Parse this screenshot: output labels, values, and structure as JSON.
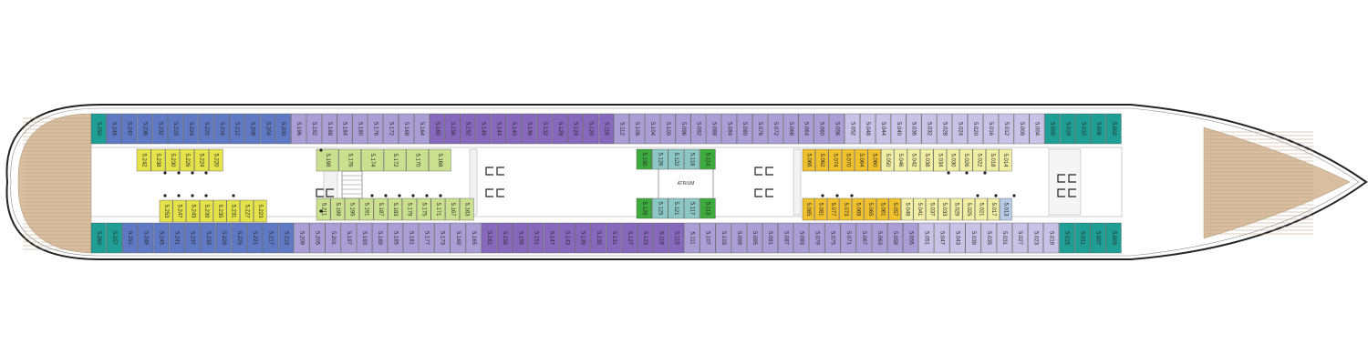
{
  "deck": {
    "atrium_label": "ATRIUM",
    "colors": {
      "teal": "#1e9e95",
      "blue": "#5f79c4",
      "lavender": "#aa9ed6",
      "purple": "#8668bc",
      "lilac": "#c7c2e6",
      "yellow": "#e4e34a",
      "lime": "#cbe08f",
      "green": "#3daa3d",
      "light_teal": "#8cc7c3",
      "gold": "#f0c12c",
      "pale_yellow": "#f1efa4",
      "light_blue": "#b6cbe8",
      "hull": "#ffffff",
      "teak": "#d9bf9f"
    },
    "legend_note": "",
    "top_outer": [
      {
        "n": "5.250",
        "c": "teal"
      },
      {
        "n": "5.246",
        "c": "blue"
      },
      {
        "n": "5.240",
        "c": "blue"
      },
      {
        "n": "5.236",
        "c": "blue"
      },
      {
        "n": "5.232",
        "c": "blue"
      },
      {
        "n": "5.228",
        "c": "blue"
      },
      {
        "n": "5.224",
        "c": "blue"
      },
      {
        "n": "5.220",
        "c": "blue"
      },
      {
        "n": "5.216",
        "c": "blue"
      },
      {
        "n": "5.212",
        "c": "blue"
      },
      {
        "n": "5.208",
        "c": "blue"
      },
      {
        "n": "5.204",
        "c": "blue"
      },
      {
        "n": "5.200",
        "c": "blue"
      },
      {
        "n": "5.196",
        "c": "lavender"
      },
      {
        "n": "5.192",
        "c": "lavender"
      },
      {
        "n": "5.188",
        "c": "lavender"
      },
      {
        "n": "5.184",
        "c": "lavender"
      },
      {
        "n": "5.180",
        "c": "lavender"
      },
      {
        "n": "5.176",
        "c": "lavender"
      },
      {
        "n": "5.172",
        "c": "lavender"
      },
      {
        "n": "5.168",
        "c": "lavender"
      },
      {
        "n": "5.164",
        "c": "lavender"
      },
      {
        "n": "5.160",
        "c": "purple"
      },
      {
        "n": "5.156",
        "c": "purple"
      },
      {
        "n": "5.152",
        "c": "purple"
      },
      {
        "n": "5.148",
        "c": "purple"
      },
      {
        "n": "5.144",
        "c": "purple"
      },
      {
        "n": "5.140",
        "c": "purple"
      },
      {
        "n": "5.136",
        "c": "purple"
      },
      {
        "n": "5.132",
        "c": "purple"
      },
      {
        "n": "5.128",
        "c": "purple"
      },
      {
        "n": "5.124",
        "c": "purple"
      },
      {
        "n": "5.120",
        "c": "purple"
      },
      {
        "n": "5.116",
        "c": "purple"
      },
      {
        "n": "5.112",
        "c": "lavender"
      },
      {
        "n": "5.108",
        "c": "lavender"
      },
      {
        "n": "5.104",
        "c": "lavender"
      },
      {
        "n": "5.100",
        "c": "lavender"
      },
      {
        "n": "5.096",
        "c": "lavender"
      },
      {
        "n": "5.092",
        "c": "lavender"
      },
      {
        "n": "5.088",
        "c": "lavender"
      },
      {
        "n": "5.084",
        "c": "lavender"
      },
      {
        "n": "5.080",
        "c": "lavender"
      },
      {
        "n": "5.076",
        "c": "lavender"
      },
      {
        "n": "5.072",
        "c": "lavender"
      },
      {
        "n": "5.068",
        "c": "lavender"
      },
      {
        "n": "5.064",
        "c": "lavender"
      },
      {
        "n": "5.060",
        "c": "lavender"
      },
      {
        "n": "5.056",
        "c": "lavender"
      },
      {
        "n": "5.052",
        "c": "lilac"
      },
      {
        "n": "5.048",
        "c": "lilac"
      },
      {
        "n": "5.044",
        "c": "lilac"
      },
      {
        "n": "5.040",
        "c": "lilac"
      },
      {
        "n": "5.036",
        "c": "lilac"
      },
      {
        "n": "5.032",
        "c": "lilac"
      },
      {
        "n": "5.028",
        "c": "lilac"
      },
      {
        "n": "5.024",
        "c": "lilac"
      },
      {
        "n": "5.020",
        "c": "lilac"
      },
      {
        "n": "5.016",
        "c": "lilac"
      },
      {
        "n": "5.012",
        "c": "lilac"
      },
      {
        "n": "5.008",
        "c": "lilac"
      },
      {
        "n": "5.004",
        "c": "lilac"
      },
      {
        "n": "5.000",
        "c": "teal"
      },
      {
        "n": "5.018",
        "c": "teal"
      },
      {
        "n": "5.010",
        "c": "teal"
      },
      {
        "n": "5.006",
        "c": "teal"
      },
      {
        "n": "5.002",
        "c": "teal"
      }
    ],
    "bottom_outer": [
      {
        "n": "5.260",
        "c": "teal"
      },
      {
        "n": "5.257",
        "c": "teal"
      },
      {
        "n": "5.251",
        "c": "blue"
      },
      {
        "n": "5.249",
        "c": "blue"
      },
      {
        "n": "5.245",
        "c": "blue"
      },
      {
        "n": "5.241",
        "c": "blue"
      },
      {
        "n": "5.237",
        "c": "blue"
      },
      {
        "n": "5.233",
        "c": "blue"
      },
      {
        "n": "5.229",
        "c": "blue"
      },
      {
        "n": "5.225",
        "c": "blue"
      },
      {
        "n": "5.221",
        "c": "blue"
      },
      {
        "n": "5.217",
        "c": "blue"
      },
      {
        "n": "5.213",
        "c": "blue"
      },
      {
        "n": "5.209",
        "c": "lavender"
      },
      {
        "n": "5.205",
        "c": "lavender"
      },
      {
        "n": "5.201",
        "c": "lavender"
      },
      {
        "n": "5.197",
        "c": "lavender"
      },
      {
        "n": "5.193",
        "c": "lavender"
      },
      {
        "n": "5.189",
        "c": "lavender"
      },
      {
        "n": "5.185",
        "c": "lavender"
      },
      {
        "n": "5.181",
        "c": "lavender"
      },
      {
        "n": "5.177",
        "c": "lavender"
      },
      {
        "n": "5.173",
        "c": "lavender"
      },
      {
        "n": "5.169",
        "c": "lavender"
      },
      {
        "n": "5.165",
        "c": "lavender"
      },
      {
        "n": "5.161",
        "c": "purple"
      },
      {
        "n": "5.159",
        "c": "purple"
      },
      {
        "n": "5.155",
        "c": "purple"
      },
      {
        "n": "5.151",
        "c": "purple"
      },
      {
        "n": "5.147",
        "c": "purple"
      },
      {
        "n": "5.143",
        "c": "purple"
      },
      {
        "n": "5.139",
        "c": "purple"
      },
      {
        "n": "5.135",
        "c": "purple"
      },
      {
        "n": "5.131",
        "c": "purple"
      },
      {
        "n": "5.127",
        "c": "purple"
      },
      {
        "n": "5.123",
        "c": "purple"
      },
      {
        "n": "5.119",
        "c": "purple"
      },
      {
        "n": "5.115",
        "c": "purple"
      },
      {
        "n": "5.111",
        "c": "lavender"
      },
      {
        "n": "5.107",
        "c": "lavender"
      },
      {
        "n": "5.103",
        "c": "lavender"
      },
      {
        "n": "5.099",
        "c": "lavender"
      },
      {
        "n": "5.095",
        "c": "lavender"
      },
      {
        "n": "5.091",
        "c": "lavender"
      },
      {
        "n": "5.087",
        "c": "lavender"
      },
      {
        "n": "5.083",
        "c": "lavender"
      },
      {
        "n": "5.079",
        "c": "lavender"
      },
      {
        "n": "5.075",
        "c": "lavender"
      },
      {
        "n": "5.071",
        "c": "lavender"
      },
      {
        "n": "5.067",
        "c": "lavender"
      },
      {
        "n": "5.063",
        "c": "lavender"
      },
      {
        "n": "5.059",
        "c": "lavender"
      },
      {
        "n": "5.055",
        "c": "lavender"
      },
      {
        "n": "5.051",
        "c": "lilac"
      },
      {
        "n": "5.047",
        "c": "lilac"
      },
      {
        "n": "5.043",
        "c": "lilac"
      },
      {
        "n": "5.039",
        "c": "lilac"
      },
      {
        "n": "5.035",
        "c": "lilac"
      },
      {
        "n": "5.031",
        "c": "lilac"
      },
      {
        "n": "5.027",
        "c": "lilac"
      },
      {
        "n": "5.023",
        "c": "lilac"
      },
      {
        "n": "5.019",
        "c": "lilac"
      },
      {
        "n": "5.015",
        "c": "teal"
      },
      {
        "n": "5.011",
        "c": "teal"
      },
      {
        "n": "5.007",
        "c": "teal"
      },
      {
        "n": "5.003",
        "c": "teal"
      }
    ],
    "inner_top_aft": [
      {
        "n": "5.242",
        "c": "yellow"
      },
      {
        "n": "5.238",
        "c": "yellow"
      },
      {
        "n": "5.230",
        "c": "yellow"
      },
      {
        "n": "5.226",
        "c": "yellow"
      },
      {
        "n": "5.224",
        "c": "yellow"
      },
      {
        "n": "5.220",
        "c": "yellow"
      }
    ],
    "inner_bottom_aft": [
      {
        "n": "5.253",
        "c": "yellow"
      },
      {
        "n": "5.247",
        "c": "yellow"
      },
      {
        "n": "5.243",
        "c": "yellow"
      },
      {
        "n": "5.239",
        "c": "yellow"
      },
      {
        "n": "5.235",
        "c": "yellow"
      },
      {
        "n": "5.231",
        "c": "yellow"
      },
      {
        "n": "5.227",
        "c": "yellow"
      },
      {
        "n": "5.223",
        "c": "yellow"
      }
    ],
    "inner_top_mid": [
      {
        "n": "5.198",
        "c": "lime"
      },
      {
        "n": "5.176",
        "c": "lime"
      },
      {
        "n": "5.174",
        "c": "lime"
      },
      {
        "n": "5.172",
        "c": "lime"
      },
      {
        "n": "5.170",
        "c": "lime"
      },
      {
        "n": "5.168",
        "c": "lime"
      }
    ],
    "inner_bottom_mid": [
      {
        "n": "5.211",
        "c": "lime"
      },
      {
        "n": "5.199",
        "c": "lime"
      },
      {
        "n": "5.195",
        "c": "lime"
      },
      {
        "n": "5.191",
        "c": "lime"
      },
      {
        "n": "5.187",
        "c": "lime"
      },
      {
        "n": "5.183",
        "c": "lime"
      },
      {
        "n": "5.179",
        "c": "lime"
      },
      {
        "n": "5.175",
        "c": "lime"
      },
      {
        "n": "5.171",
        "c": "lime"
      },
      {
        "n": "5.167",
        "c": "lime"
      },
      {
        "n": "5.163",
        "c": "lime"
      }
    ],
    "inner_top_atrium": [
      {
        "n": "5.130",
        "c": "green"
      },
      {
        "n": "5.126",
        "c": "light_teal"
      },
      {
        "n": "5.122",
        "c": "light_teal"
      },
      {
        "n": "5.118",
        "c": "light_teal"
      },
      {
        "n": "5.114",
        "c": "green"
      }
    ],
    "inner_bottom_atrium": [
      {
        "n": "5.129",
        "c": "green"
      },
      {
        "n": "5.125",
        "c": "light_teal"
      },
      {
        "n": "5.121",
        "c": "light_teal"
      },
      {
        "n": "5.117",
        "c": "light_teal"
      },
      {
        "n": "5.113",
        "c": "green"
      }
    ],
    "inner_top_fwd": [
      {
        "n": "5.066",
        "c": "gold"
      },
      {
        "n": "5.062",
        "c": "gold"
      },
      {
        "n": "5.074",
        "c": "gold"
      },
      {
        "n": "5.070",
        "c": "gold"
      },
      {
        "n": "5.064",
        "c": "gold"
      },
      {
        "n": "5.060",
        "c": "gold"
      },
      {
        "n": "5.050",
        "c": "pale_yellow"
      },
      {
        "n": "5.046",
        "c": "pale_yellow"
      },
      {
        "n": "5.042",
        "c": "pale_yellow"
      },
      {
        "n": "5.038",
        "c": "pale_yellow"
      },
      {
        "n": "5.034",
        "c": "pale_yellow"
      },
      {
        "n": "5.030",
        "c": "pale_yellow"
      },
      {
        "n": "5.026",
        "c": "pale_yellow"
      },
      {
        "n": "5.022",
        "c": "pale_yellow"
      },
      {
        "n": "5.018",
        "c": "pale_yellow"
      },
      {
        "n": "5.014",
        "c": "pale_yellow"
      }
    ],
    "inner_bottom_fwd": [
      {
        "n": "5.085",
        "c": "gold"
      },
      {
        "n": "5.081",
        "c": "gold"
      },
      {
        "n": "5.077",
        "c": "gold"
      },
      {
        "n": "5.073",
        "c": "gold"
      },
      {
        "n": "5.069",
        "c": "gold"
      },
      {
        "n": "5.065",
        "c": "gold"
      },
      {
        "n": "5.061",
        "c": "gold"
      },
      {
        "n": "5.057",
        "c": "gold"
      },
      {
        "n": "5.048",
        "c": "pale_yellow"
      },
      {
        "n": "5.041",
        "c": "pale_yellow"
      },
      {
        "n": "5.037",
        "c": "pale_yellow"
      },
      {
        "n": "5.033",
        "c": "pale_yellow"
      },
      {
        "n": "5.029",
        "c": "pale_yellow"
      },
      {
        "n": "5.025",
        "c": "pale_yellow"
      },
      {
        "n": "5.021",
        "c": "pale_yellow"
      },
      {
        "n": "5.017",
        "c": "pale_yellow"
      },
      {
        "n": "5.013",
        "c": "light_blue"
      }
    ]
  }
}
